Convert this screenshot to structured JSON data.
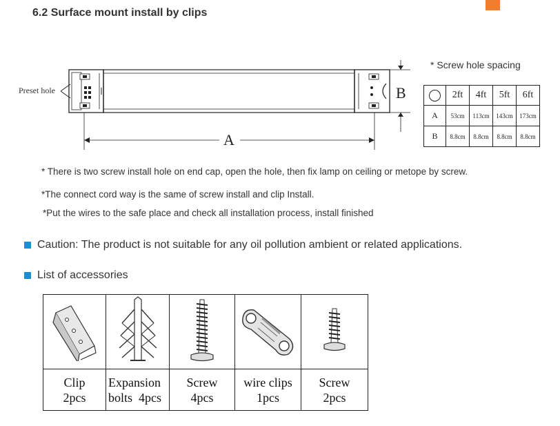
{
  "heading": "6.2 Surface mount install by clips",
  "diagram": {
    "preset_hole_label": "Preset hole",
    "dim_a": "A",
    "dim_b": "B"
  },
  "spacing": {
    "title": "* Screw hole spacing",
    "columns": [
      "2ft",
      "4ft",
      "5ft",
      "6ft"
    ],
    "rows": [
      {
        "label": "A",
        "values": [
          "53cm",
          "113cm",
          "143cm",
          "173cm"
        ]
      },
      {
        "label": "B",
        "values": [
          "8.8cm",
          "8.8cm",
          "8.8cm",
          "8.8cm"
        ]
      }
    ]
  },
  "notes": [
    "* There is two screw install hole on end cap, open the hole, then fix lamp on ceiling or metope by screw.",
    "*The connect cord way is the same of screw install and clip Install.",
    "*Put the wires to the safe place and check all installation process, install finished"
  ],
  "caution": "Caution: The product is not suitable for any oil pollution ambient or related applications.",
  "accessories_heading": "List of accessories",
  "accessories": [
    {
      "name": "Clip",
      "qty": "2pcs",
      "icon": "clip-icon"
    },
    {
      "name": "Expansion",
      "name2": "bolts",
      "qty": "4pcs",
      "icon": "expansion-bolt-icon"
    },
    {
      "name": "Screw",
      "qty": "4pcs",
      "icon": "long-screw-icon"
    },
    {
      "name": "wire clips",
      "qty": "1pcs",
      "icon": "wire-clip-icon"
    },
    {
      "name": "Screw",
      "qty": "2pcs",
      "icon": "short-screw-icon"
    }
  ],
  "colors": {
    "accent_square": "#1a8fd1",
    "corner_tab": "#ee7d2f"
  }
}
